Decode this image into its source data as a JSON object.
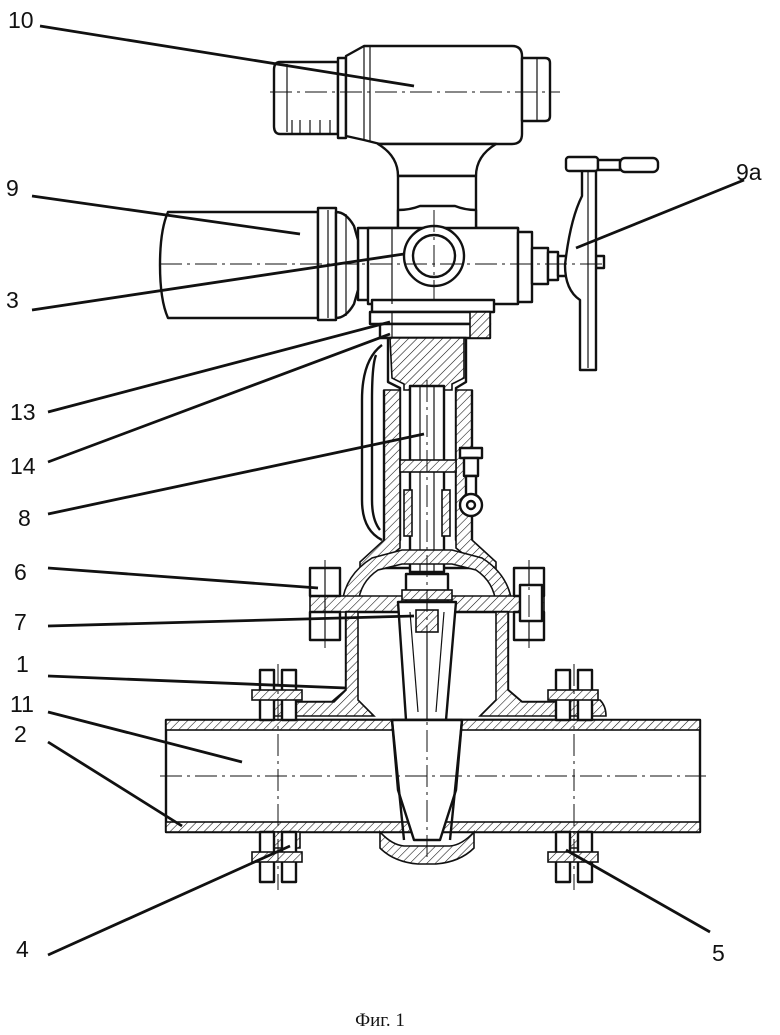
{
  "figure": {
    "caption": "Фиг. 1",
    "labels": [
      {
        "id": "10",
        "text": "10"
      },
      {
        "id": "9",
        "text": "9"
      },
      {
        "id": "9a",
        "text": "9a"
      },
      {
        "id": "3",
        "text": "3"
      },
      {
        "id": "13",
        "text": "13"
      },
      {
        "id": "14",
        "text": "14"
      },
      {
        "id": "8",
        "text": "8"
      },
      {
        "id": "6",
        "text": "6"
      },
      {
        "id": "7",
        "text": "7"
      },
      {
        "id": "1",
        "text": "1"
      },
      {
        "id": "11",
        "text": "11"
      },
      {
        "id": "2",
        "text": "2"
      },
      {
        "id": "4",
        "text": "4"
      },
      {
        "id": "5",
        "text": "5"
      }
    ]
  }
}
